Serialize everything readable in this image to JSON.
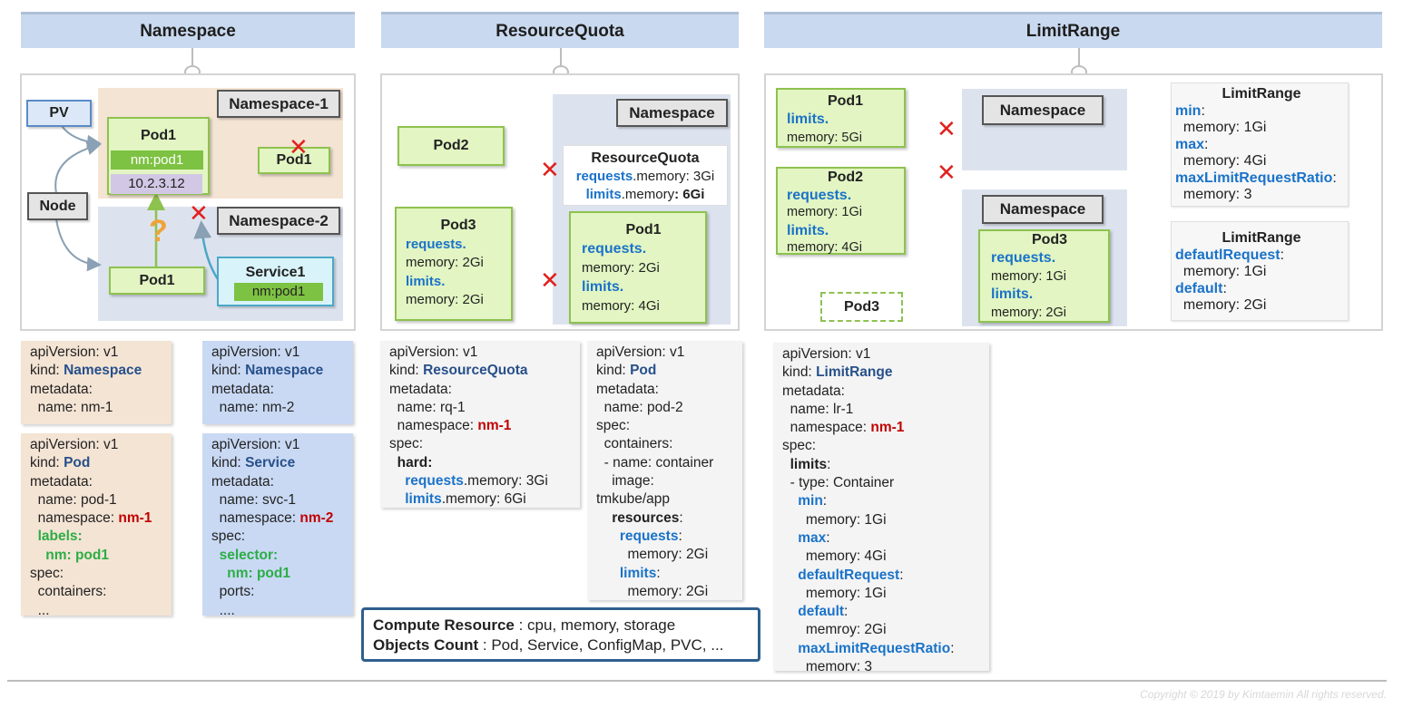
{
  "headers": {
    "namespace": "Namespace",
    "resourcequota": "ResourceQuota",
    "limitrange": "LimitRange"
  },
  "ns_diagram": {
    "pv": "PV",
    "node": "Node",
    "pod1_top": "Pod1",
    "nm_pod1_label": "nm:pod1",
    "ip": "10.2.3.12",
    "namespace1": "Namespace-1",
    "pod1_crossed": "Pod1",
    "namespace2": "Namespace-2",
    "pod1_bottom": "Pod1",
    "service1": "Service1",
    "service_selector": "nm:pod1",
    "question": "?"
  },
  "rq_diagram": {
    "pod2": "Pod2",
    "pod3": "Pod3",
    "pod3_req_key": "requests",
    "pod3_req_mem": "memory: 2Gi",
    "pod3_lim_key": "limits",
    "pod3_lim_mem": "memory: 2Gi",
    "namespace": "Namespace",
    "rq_title": "ResourceQuota",
    "rq_req_key": "requests",
    "rq_req_val": ".memory: 3Gi",
    "rq_lim_key": "limits",
    "rq_lim_val": ".memory",
    "rq_lim_val2": ": 6Gi",
    "pod1": "Pod1",
    "pod1_req_key": "requests",
    "pod1_req_mem": "memory: 2Gi",
    "pod1_lim_key": "limits",
    "pod1_lim_mem": "memory: 4Gi"
  },
  "lr_diagram": {
    "pod1": "Pod1",
    "pod1_lim_key": "limits",
    "pod1_lim_mem": "memory: 5Gi",
    "pod2": "Pod2",
    "pod2_req_key": "requests",
    "pod2_req_mem": "memory: 1Gi",
    "pod2_lim_key": "limits",
    "pod2_lim_mem": "memory: 4Gi",
    "namespace_top": "Namespace",
    "namespace_bottom": "Namespace",
    "pod3_in": "Pod3",
    "pod3_req_key": "requests",
    "pod3_req_mem": "memory: 1Gi",
    "pod3_lim_key": "limits",
    "pod3_lim_mem": "memory: 2Gi",
    "pod3_out": "Pod3",
    "lr1_title": "LimitRange",
    "lr1_min": "min",
    "lr1_min_mem": "memory: 1Gi",
    "lr1_max": "max",
    "lr1_max_mem": "memory: 4Gi",
    "lr1_ratio": "maxLimitRequestRatio",
    "lr1_ratio_val": "memory: 3",
    "lr2_title": "LimitRange",
    "lr2_defreq": "defautlRequest",
    "lr2_defreq_mem": "memory: 1Gi",
    "lr2_def": "default",
    "lr2_def_mem": "memory: 2Gi"
  },
  "yaml": {
    "ns1": {
      "l1": "apiVersion: v1",
      "kind_k": "kind: ",
      "kind_v": "Namespace",
      "l3": "metadata:",
      "l4": "  name: nm-1"
    },
    "ns2": {
      "l1": "apiVersion: v1",
      "kind_k": "kind: ",
      "kind_v": "Namespace",
      "l3": "metadata:",
      "l4": "  name: nm-2"
    },
    "pod": {
      "l1": "apiVersion: v1",
      "kind_k": "kind: ",
      "kind_v": "Pod",
      "l3": "metadata:",
      "l4": "  name: pod-1",
      "ns_k": "  namespace: ",
      "ns_v": "nm-1",
      "labels": "  labels:",
      "label_v": "    nm: pod1",
      "spec": "spec:",
      "containers": "  containers:",
      "more": "  ..."
    },
    "svc": {
      "l1": "apiVersion: v1",
      "kind_k": "kind: ",
      "kind_v": "Service",
      "l3": "metadata:",
      "l4": "  name: svc-1",
      "ns_k": "  namespace: ",
      "ns_v": "nm-2",
      "spec": "spec:",
      "selector": "  selector:",
      "sel_v": "    nm: pod1",
      "ports": "  ports:",
      "more": "  ...."
    },
    "rq": {
      "l1": "apiVersion: v1",
      "kind_k": "kind: ",
      "kind_v": "ResourceQuota",
      "l3": "metadata:",
      "l4": "  name: rq-1",
      "ns_k": "  namespace: ",
      "ns_v": "nm-1",
      "spec": "spec:",
      "hard": "  hard:",
      "req_k": "requests",
      "req_v": ".memory: 3Gi",
      "lim_k": "limits",
      "lim_v": ".memory: 6Gi"
    },
    "pod2": {
      "l1": "apiVersion: v1",
      "kind_k": "kind: ",
      "kind_v": "Pod",
      "l3": "metadata:",
      "l4": "  name: pod-2",
      "spec": "spec:",
      "containers": "  containers:",
      "name": "  - name: container",
      "image": "    image:",
      "image_v": "tmkube/app",
      "resources": "resources",
      "requests": "requests",
      "req_mem": "memory: 2Gi",
      "limits": "limits",
      "lim_mem": "memory: 2Gi"
    },
    "lr": {
      "l1": "apiVersion: v1",
      "kind_k": "kind: ",
      "kind_v": "LimitRange",
      "l3": "metadata:",
      "l4": "  name: lr-1",
      "ns_k": "  namespace: ",
      "ns_v": "nm-1",
      "spec": "spec:",
      "limits": "limits",
      "type": "  - type: Container",
      "min": "min",
      "min_mem": "memory: 1Gi",
      "max": "max",
      "max_mem": "memory: 4Gi",
      "defreq": "defaultRequest",
      "defreq_mem": "memory: 1Gi",
      "def": "default",
      "def_mem": "memroy: 2Gi",
      "ratio": "maxLimitRequestRatio",
      "ratio_val": "memory: 3"
    }
  },
  "compute_box": {
    "line1_k": "Compute Resource",
    "line1_v": " : cpu, memory, storage",
    "line2_k": "Objects Count",
    "line2_v": " : Pod, Service, ConfigMap, PVC, ..."
  },
  "copyright": "Copyright © 2019 by Kimtaemin All rights reserved.",
  "colors": {
    "header_bg": "#c9d9ef",
    "pod_green": "#e2f5c2",
    "ns1_bg": "#f4e4d4",
    "ns2_bg": "#dde3ee",
    "cross": "#e0211e",
    "key_blue": "#1a73c9"
  }
}
